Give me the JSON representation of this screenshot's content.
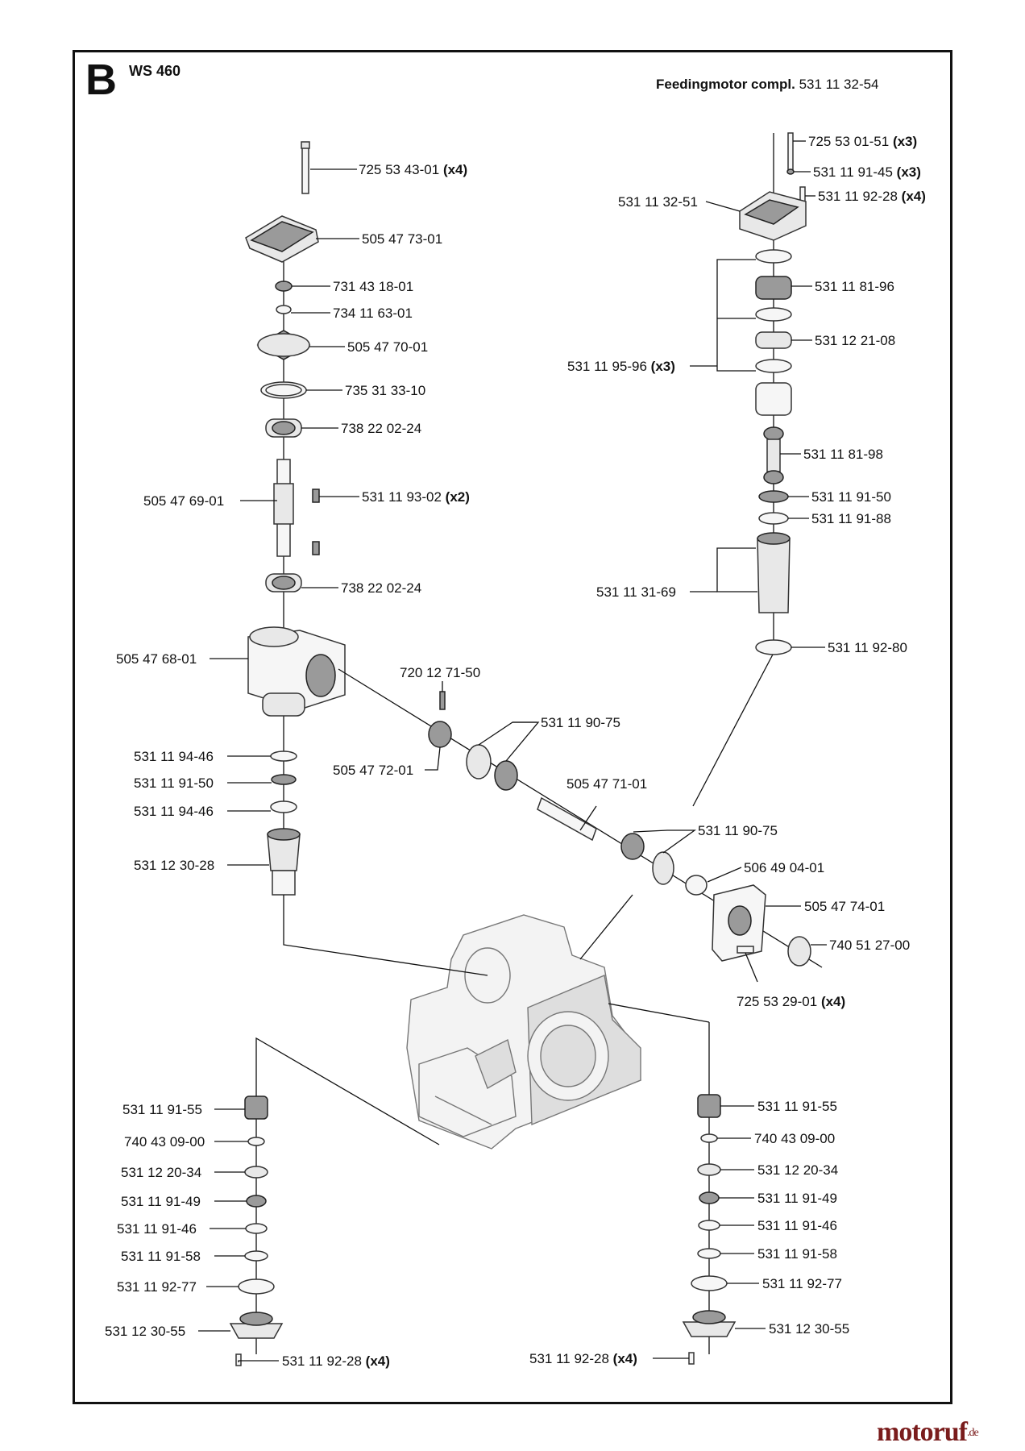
{
  "section": "B",
  "model": "WS 460",
  "assembly": {
    "name": "Feedingmotor compl.",
    "number": "531 11 32-54"
  },
  "watermark": {
    "text": "motoruf",
    "suffix": ".de"
  },
  "callouts": [
    {
      "id": "c1",
      "part": "725 53 43-01",
      "qty": "(x4)"
    },
    {
      "id": "c2",
      "part": "505 47 73-01"
    },
    {
      "id": "c3",
      "part": "731 43 18-01"
    },
    {
      "id": "c4",
      "part": "734 11 63-01"
    },
    {
      "id": "c5",
      "part": "505 47 70-01"
    },
    {
      "id": "c6",
      "part": "735 31 33-10"
    },
    {
      "id": "c7",
      "part": "738 22 02-24"
    },
    {
      "id": "c8",
      "part": "505 47 69-01"
    },
    {
      "id": "c9",
      "part": "531 11 93-02",
      "qty": "(x2)"
    },
    {
      "id": "c10",
      "part": "738 22 02-24"
    },
    {
      "id": "c11",
      "part": "505 47 68-01"
    },
    {
      "id": "c12",
      "part": "720 12 71-50"
    },
    {
      "id": "c13",
      "part": "531 11 90-75"
    },
    {
      "id": "c14",
      "part": "505 47 72-01"
    },
    {
      "id": "c15",
      "part": "505 47 71-01"
    },
    {
      "id": "c16",
      "part": "531 11 94-46"
    },
    {
      "id": "c17",
      "part": "531 11 91-50"
    },
    {
      "id": "c18",
      "part": "531 11 94-46"
    },
    {
      "id": "c19",
      "part": "531 12 30-28"
    },
    {
      "id": "c20",
      "part": "531 11 90-75"
    },
    {
      "id": "c21",
      "part": "506 49 04-01"
    },
    {
      "id": "c22",
      "part": "505 47 74-01"
    },
    {
      "id": "c23",
      "part": "740 51 27-00"
    },
    {
      "id": "c24",
      "part": "725 53 29-01",
      "qty": "(x4)"
    },
    {
      "id": "c25",
      "part": "725 53 01-51",
      "qty": "(x3)"
    },
    {
      "id": "c26",
      "part": "531 11 91-45",
      "qty": "(x3)"
    },
    {
      "id": "c27",
      "part": "531 11 92-28",
      "qty": "(x4)"
    },
    {
      "id": "c28",
      "part": "531 11 32-51"
    },
    {
      "id": "c29",
      "part": "531 11 81-96"
    },
    {
      "id": "c30",
      "part": "531 12 21-08"
    },
    {
      "id": "c31",
      "part": "531 11 95-96",
      "qty": "(x3)"
    },
    {
      "id": "c32",
      "part": "531 11 81-98"
    },
    {
      "id": "c33",
      "part": "531 11 91-50"
    },
    {
      "id": "c34",
      "part": "531 11 91-88"
    },
    {
      "id": "c35",
      "part": "531 11 31-69"
    },
    {
      "id": "c36",
      "part": "531 11 92-80"
    },
    {
      "id": "c37",
      "part": "531 11 91-55"
    },
    {
      "id": "c38",
      "part": "740 43 09-00"
    },
    {
      "id": "c39",
      "part": "531 12 20-34"
    },
    {
      "id": "c40",
      "part": "531 11 91-49"
    },
    {
      "id": "c41",
      "part": "531 11 91-46"
    },
    {
      "id": "c42",
      "part": "531 11 91-58"
    },
    {
      "id": "c43",
      "part": "531 11 92-77"
    },
    {
      "id": "c44",
      "part": "531 12 30-55"
    },
    {
      "id": "c45",
      "part": "531 11 92-28",
      "qty": "(x4)"
    },
    {
      "id": "c46",
      "part": "531 11 91-55"
    },
    {
      "id": "c47",
      "part": "740 43 09-00"
    },
    {
      "id": "c48",
      "part": "531 12 20-34"
    },
    {
      "id": "c49",
      "part": "531 11 91-49"
    },
    {
      "id": "c50",
      "part": "531 11 91-46"
    },
    {
      "id": "c51",
      "part": "531 11 91-58"
    },
    {
      "id": "c52",
      "part": "531 11 92-77"
    },
    {
      "id": "c53",
      "part": "531 12 30-55"
    },
    {
      "id": "c54",
      "part": "531 11 92-28",
      "qty": "(x4)"
    }
  ]
}
